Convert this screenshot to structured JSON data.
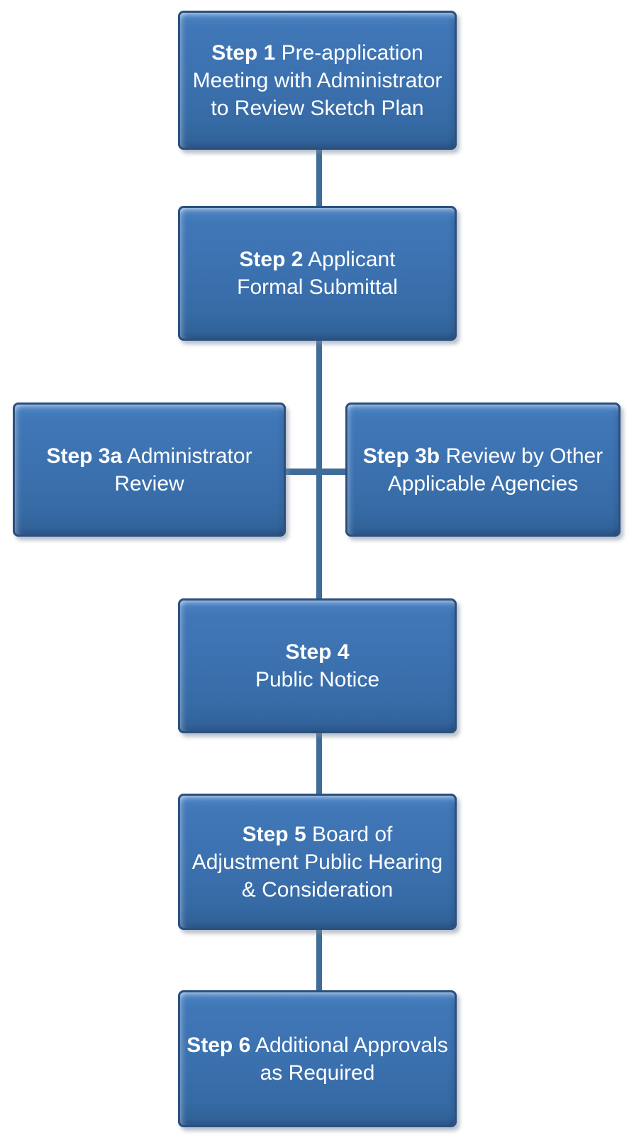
{
  "theme": {
    "page_bg": "#ffffff",
    "node_fill_top": "#4c84c6",
    "node_fill_mid": "#3b70ae",
    "node_fill_bottom": "#305e94",
    "node_border": "#2a5080",
    "node_text": "#ffffff",
    "connector": "#3e6d99"
  },
  "nodes": [
    {
      "id": "step-1",
      "step": "Step 1",
      "rest": " Pre-application\nMeeting with Administrator\nto Review Sketch Plan"
    },
    {
      "id": "step-2",
      "step": "Step 2",
      "rest": " Applicant\nFormal Submittal"
    },
    {
      "id": "step-3a",
      "step": "Step 3a",
      "rest": " Administrator\nReview"
    },
    {
      "id": "step-3b",
      "step": "Step 3b",
      "rest": " Review by Other\nApplicable Agencies"
    },
    {
      "id": "step-4",
      "step": "Step 4",
      "rest": "\nPublic Notice"
    },
    {
      "id": "step-5",
      "step": "Step 5",
      "rest": " Board of\nAdjustment Public Hearing\n& Consideration"
    },
    {
      "id": "step-6",
      "step": "Step 6",
      "rest": " Additional Approvals\nas Required"
    }
  ]
}
